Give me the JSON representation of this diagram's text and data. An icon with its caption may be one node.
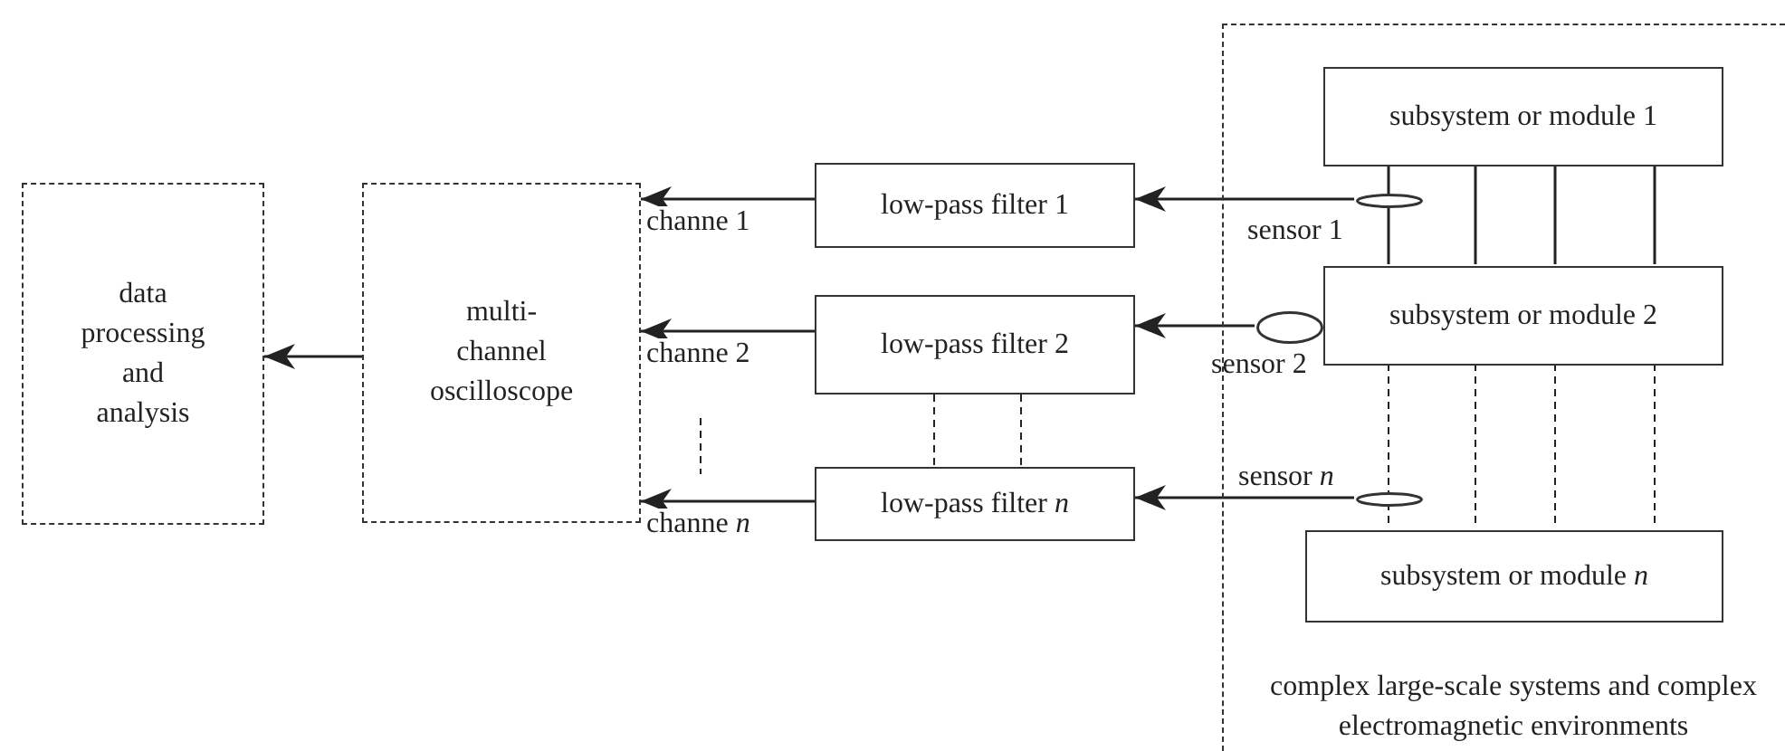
{
  "diagram": {
    "nodes": [
      {
        "text": [
          "data processing and analysis"
        ]
      },
      {
        "text": [
          "multi-channel oscilloscope"
        ]
      },
      {
        "text": [
          "low-pass filter 1"
        ]
      },
      {
        "text": [
          "low-pass filter 2"
        ]
      },
      {
        "text": [
          "low-pass filter *n*"
        ]
      },
      {
        "text": [
          "complex large-scale systems and complex electromagnetic environments"
        ]
      },
      {
        "text": [
          "subsystem or module 1"
        ],
        "in": 5
      },
      {
        "text": [
          "subsystem or module 2"
        ],
        "in": 5
      },
      {
        "text": [
          "subsystem or module *n*"
        ],
        "in": 5
      },
      {
        "text": [],
        "shape": "circle",
        "beside": [
          "sensor 1"
        ],
        "in": 5
      },
      {
        "text": [],
        "shape": "circle",
        "beside": [
          "sensor 2"
        ],
        "in": 5
      },
      {
        "text": [],
        "shape": "circle",
        "beside": [
          "sensor *n*"
        ],
        "in": 5
      }
    ],
    "edges": [
      {
        "from": 9,
        "to": 2,
        "arrow": "to"
      },
      {
        "from": 10,
        "to": 3,
        "arrow": "to"
      },
      {
        "from": 11,
        "to": 4,
        "arrow": "to"
      },
      {
        "from": 2,
        "to": 1,
        "arrow": "to",
        "label": "channe 1"
      },
      {
        "from": 3,
        "to": 1,
        "arrow": "to",
        "label": "channe 2"
      },
      {
        "from": 4,
        "to": 1,
        "arrow": "to",
        "label": "channe *n*"
      },
      {
        "from": 1,
        "to": 0,
        "arrow": "to"
      },
      {
        "from": 6,
        "to": 7,
        "arrow": "none"
      },
      {
        "from": 6,
        "to": 7,
        "arrow": "none"
      },
      {
        "from": 6,
        "to": 7,
        "arrow": "none"
      },
      {
        "from": 6,
        "to": 7,
        "arrow": "none"
      },
      {
        "from": 7,
        "to": 8,
        "arrow": "none",
        "style": "dashed"
      },
      {
        "from": 7,
        "to": 8,
        "arrow": "none",
        "style": "dashed"
      },
      {
        "from": 7,
        "to": 8,
        "arrow": "none",
        "style": "dashed"
      },
      {
        "from": 7,
        "to": 8,
        "arrow": "none",
        "style": "dashed"
      },
      {
        "from": 3,
        "to": 4,
        "arrow": "none",
        "style": "dashed"
      },
      {
        "from": 3,
        "to": 4,
        "arrow": "none",
        "style": "dashed"
      }
    ]
  }
}
